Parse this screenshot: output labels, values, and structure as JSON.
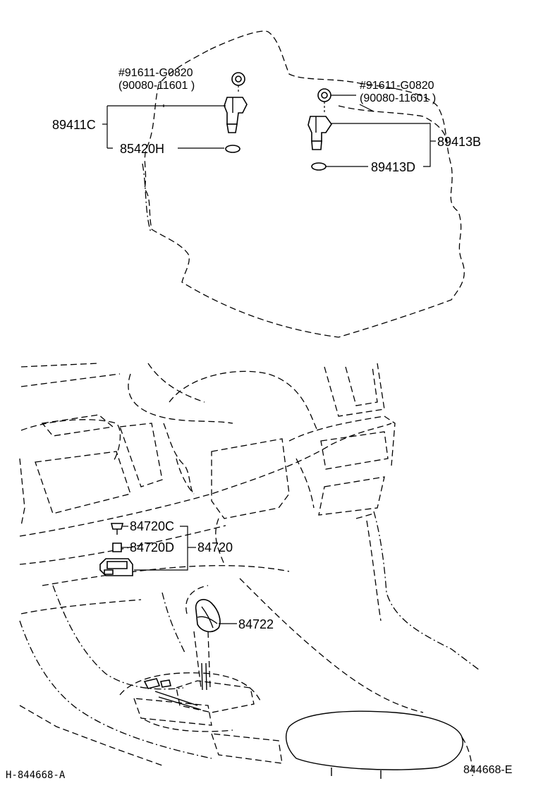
{
  "labels": {
    "fastener_note_left": "#91611-G0820",
    "fastener_alt_left": "(90080-11601 )",
    "sensor_left": "89411C",
    "oring_left": "85420H",
    "fastener_note_right": "#91611-G0820",
    "fastener_alt_right": "(90080-11601 )",
    "sensor_right": "89413B",
    "oring_right": "89413D",
    "switch_part_c": "84720C",
    "switch_part_d": "84720D",
    "switch_assy": "84720",
    "knob_switch": "84722"
  },
  "footer": {
    "left_code": "H-844668-A",
    "right_code": "844668-E"
  }
}
